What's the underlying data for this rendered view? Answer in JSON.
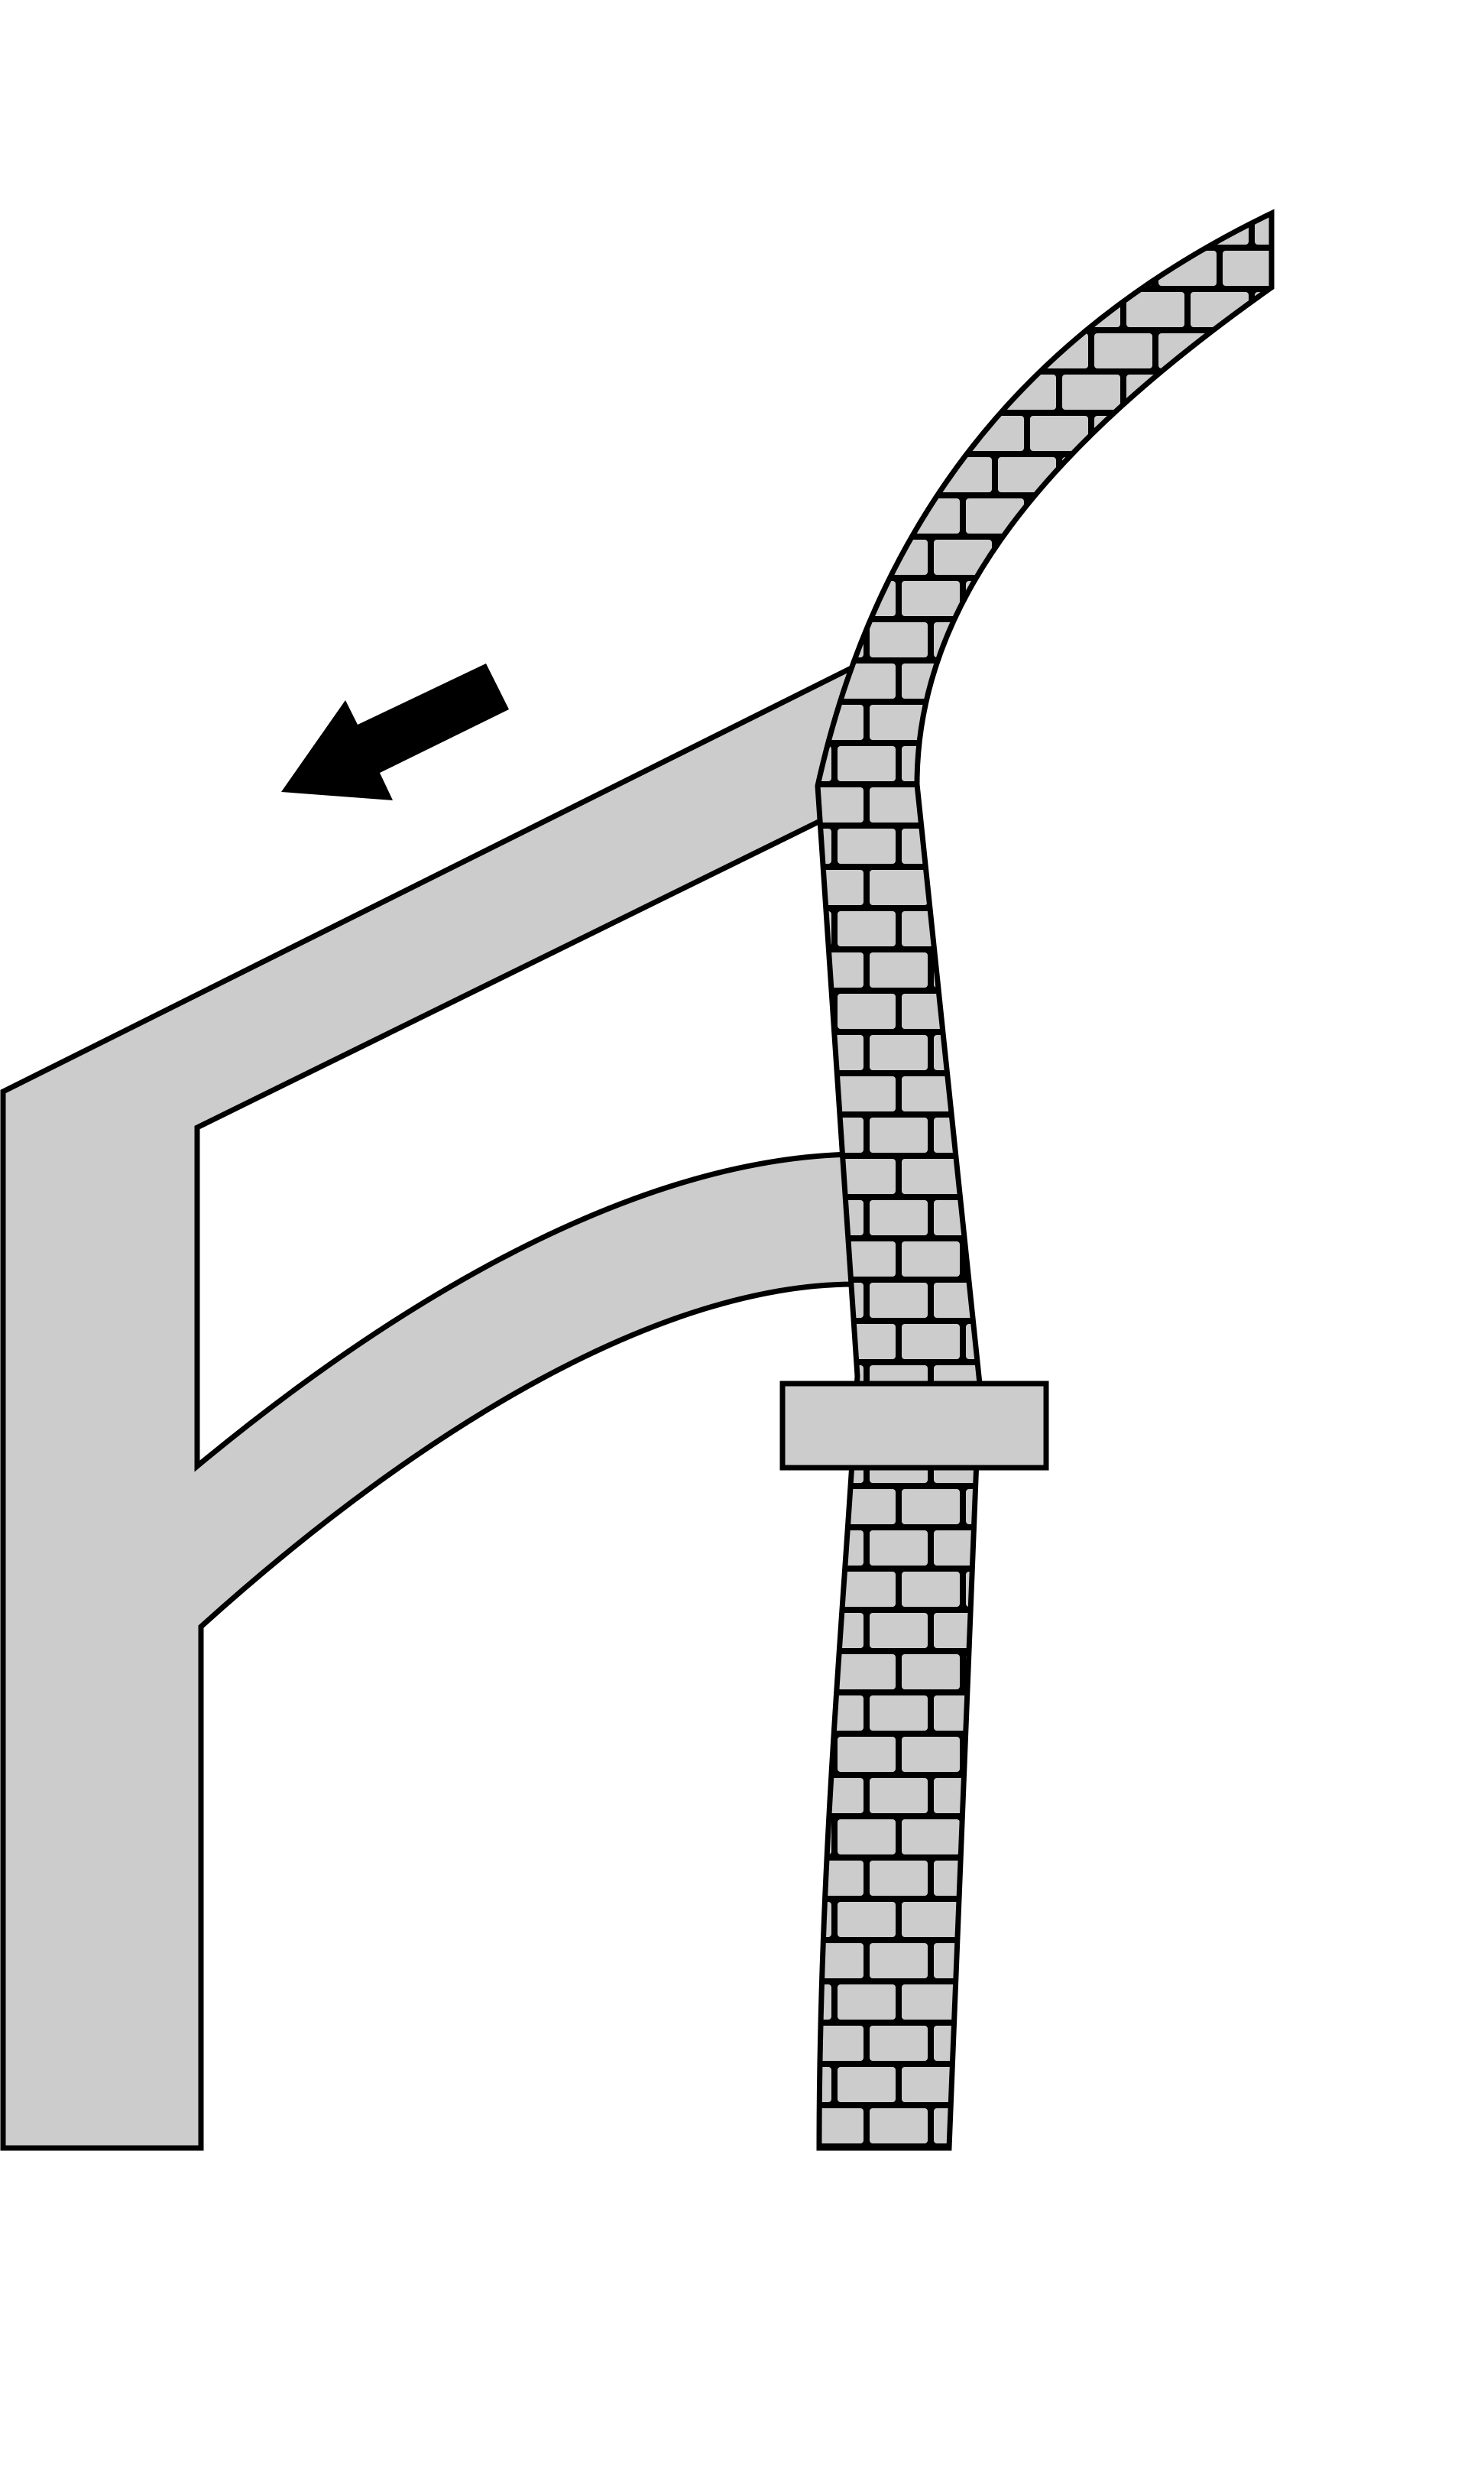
{
  "colors": {
    "background": "#ffffff",
    "fill": "#cccccc",
    "stroke": "#000000",
    "arrow": "#000000"
  },
  "diagram": {
    "elements": [
      "flying-buttress-frame",
      "masonry-wall",
      "wall-band",
      "thrust-arrow"
    ],
    "icons": {
      "arrow": "arrow-left-down-icon"
    }
  }
}
